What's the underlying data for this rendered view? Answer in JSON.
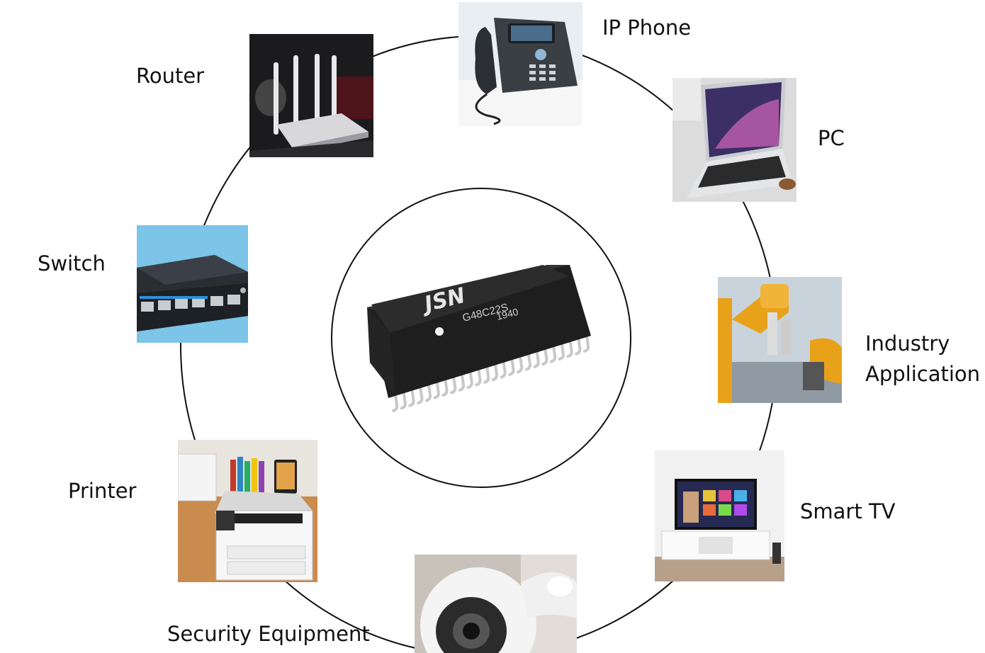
{
  "center": {
    "brand": "JSN",
    "part_number": "G48C22S",
    "date_code": "1940"
  },
  "applications": [
    {
      "id": "ip-phone",
      "label": "IP Phone",
      "icon": "ip-phone-photo"
    },
    {
      "id": "pc",
      "label": "PC",
      "icon": "laptop-photo"
    },
    {
      "id": "industry",
      "label_lines": [
        "Industry",
        "Application"
      ],
      "icon": "robot-arm-photo"
    },
    {
      "id": "smart-tv",
      "label": "Smart TV",
      "icon": "smart-tv-photo"
    },
    {
      "id": "security",
      "label": "Security Equipment",
      "icon": "security-camera-photo"
    },
    {
      "id": "printer",
      "label": "Printer",
      "icon": "printer-photo"
    },
    {
      "id": "switch",
      "label": "Switch",
      "icon": "network-switch-photo"
    },
    {
      "id": "router",
      "label": "Router",
      "icon": "router-photo"
    }
  ],
  "colors": {
    "chip_body": "#2a2a2a",
    "pins": "#c8c8c8",
    "ring": "#111111",
    "industrial_orange": "#e8a21a"
  }
}
